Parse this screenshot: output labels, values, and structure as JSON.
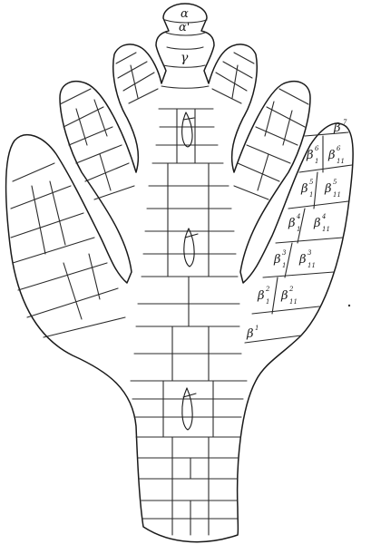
{
  "labels": {
    "apex_a": "α",
    "apex_a2": "α'",
    "gamma": "γ",
    "beta7": "β",
    "beta7_sup": "7",
    "beta6_left": "β",
    "beta6_left_sup": "6",
    "beta6_left_sub": "1",
    "beta6_right": "β",
    "beta6_right_sup": "6",
    "beta6_right_sub": "11",
    "beta5_left": "β",
    "beta5_left_sup": "5",
    "beta5_left_sub": "1",
    "beta5_right": "β",
    "beta5_right_sup": "5",
    "beta5_right_sub": "11",
    "beta4_left": "β",
    "beta4_left_sup": "4",
    "beta4_left_sub": "1",
    "beta4_right": "β",
    "beta4_right_sup": "4",
    "beta4_right_sub": "11",
    "beta3_left": "β",
    "beta3_left_sup": "3",
    "beta3_left_sub": "1",
    "beta3_right": "β",
    "beta3_right_sup": "3",
    "beta3_right_sub": "11",
    "beta2_left": "β",
    "beta2_left_sup": "2",
    "beta2_left_sub": "1",
    "beta2_right": "β",
    "beta2_right_sup": "2",
    "beta2_right_sub": "11",
    "beta1": "β",
    "beta1_sup": "1"
  }
}
